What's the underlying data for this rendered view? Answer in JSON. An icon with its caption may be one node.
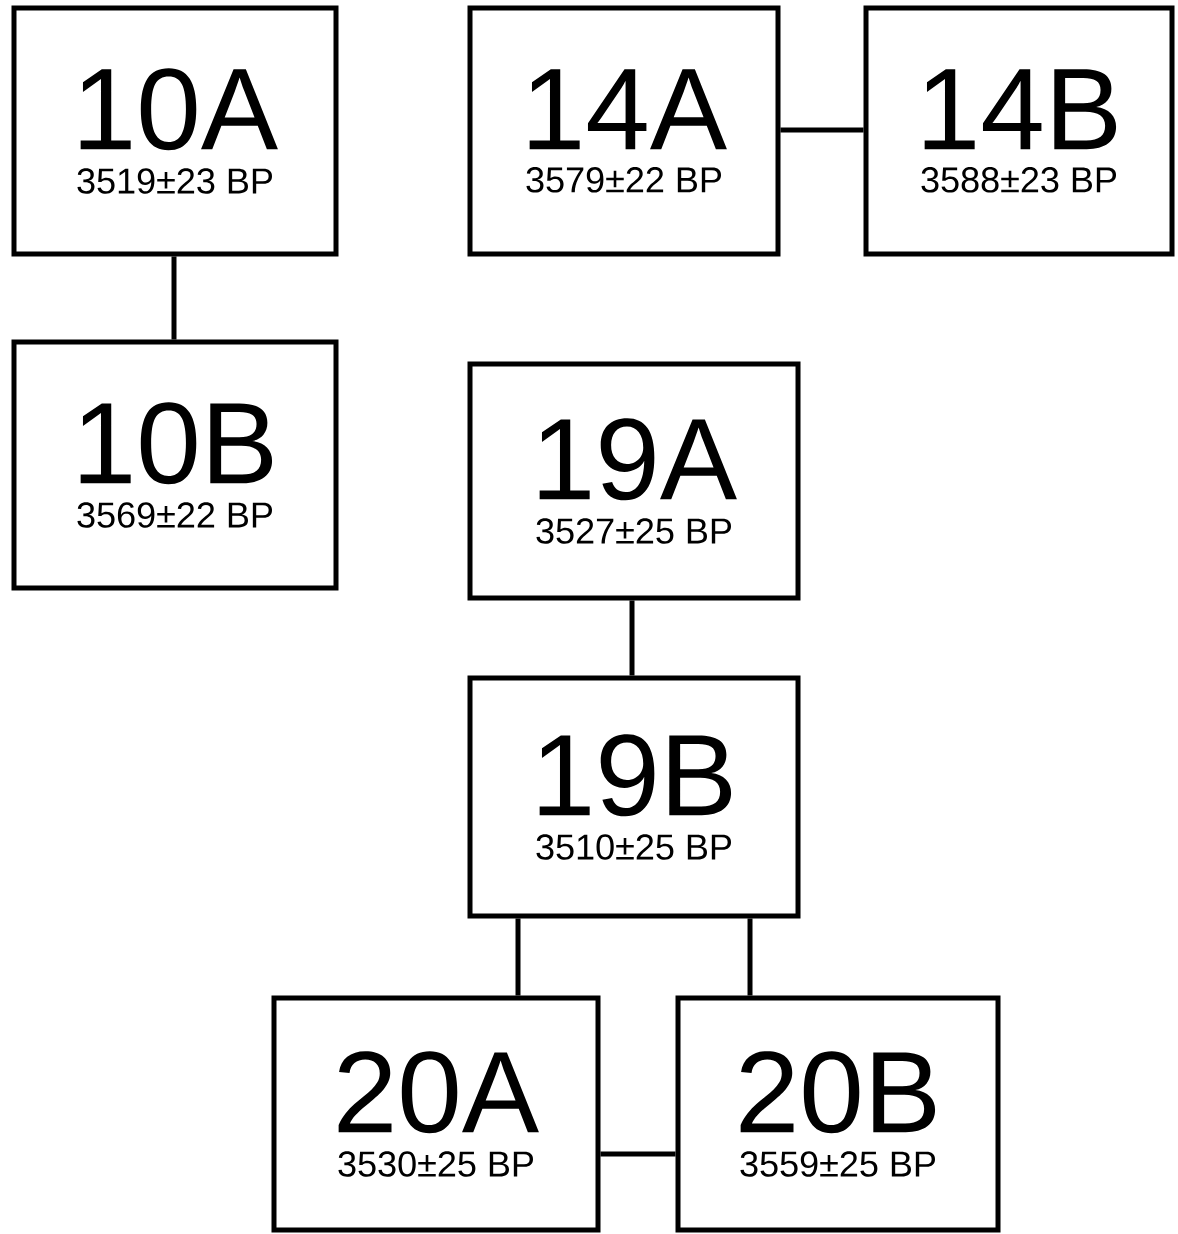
{
  "diagram": {
    "nodes": [
      {
        "text": [
          "10A",
          "3519±23 BP"
        ]
      },
      {
        "text": [
          "10B",
          "3569±22 BP"
        ]
      },
      {
        "text": [
          "14A",
          "3579±22 BP"
        ]
      },
      {
        "text": [
          "14B",
          "3588±23 BP"
        ]
      },
      {
        "text": [
          "19A",
          "3527±25 BP"
        ]
      },
      {
        "text": [
          "19B",
          "3510±25 BP"
        ]
      },
      {
        "text": [
          "20A",
          "3530±25 BP"
        ]
      },
      {
        "text": [
          "20B",
          "3559±25 BP"
        ]
      }
    ],
    "edges": [
      {
        "from": 0,
        "to": 1,
        "arrow": "none"
      },
      {
        "from": 2,
        "to": 3,
        "arrow": "none"
      },
      {
        "from": 4,
        "to": 5,
        "arrow": "none"
      },
      {
        "from": 5,
        "to": 6,
        "arrow": "none"
      },
      {
        "from": 5,
        "to": 7,
        "arrow": "none"
      },
      {
        "from": 6,
        "to": 7,
        "arrow": "none"
      }
    ]
  }
}
